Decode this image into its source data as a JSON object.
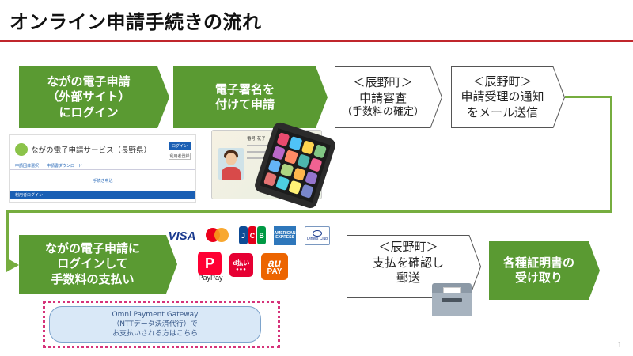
{
  "title": "オンライン申請手続きの流れ",
  "steps": {
    "step1": {
      "lines": [
        "ながの電子申請",
        "（外部サイト）",
        "にログイン"
      ]
    },
    "step2": {
      "lines": [
        "電子署名を",
        "付けて申請"
      ]
    },
    "step3": {
      "lines": [
        "＜辰野町＞",
        "申請審査",
        "（手数料の確定）"
      ]
    },
    "step4": {
      "lines": [
        "＜辰野町＞",
        "申請受理の通知",
        "をメール送信"
      ]
    },
    "step5": {
      "lines": [
        "ながの電子申請に",
        "ログインして",
        "手数料の支払い"
      ]
    },
    "step6": {
      "lines": [
        "＜辰野町＞",
        "支払を確認し",
        "郵送"
      ]
    },
    "step7": {
      "lines": [
        "各種証明書の",
        "受け取り"
      ]
    }
  },
  "login_site": {
    "brand": "ながの電子申請サービス（長野県）",
    "login_label": "ログイン",
    "register_label": "利用者登録",
    "nav": [
      "申請団体選択",
      "申請書ダウンロード"
    ],
    "procedure": "手続き申込",
    "user_login": "利用者ログイン"
  },
  "id_card": {
    "name": "番号 花子"
  },
  "payments": {
    "visa": "VISA",
    "jcb": [
      "J",
      "C",
      "B"
    ],
    "amex": "AMERICAN EXPRESS",
    "diners": "Diners Club",
    "paypay_mark": "P",
    "paypay_label": "PayPay",
    "dpay_top": "d払い",
    "dpay_dots": "●●●",
    "au": "au",
    "au_pay": "PAY"
  },
  "omni": {
    "lines": [
      "Omni Payment Gateway",
      "（NTTデータ決済代行）で",
      "お支払いされる方はこちら"
    ]
  },
  "page_number": "1",
  "colors": {
    "green": "#5a9a32",
    "rule": "#c0262c",
    "connector": "#76ad3f"
  }
}
